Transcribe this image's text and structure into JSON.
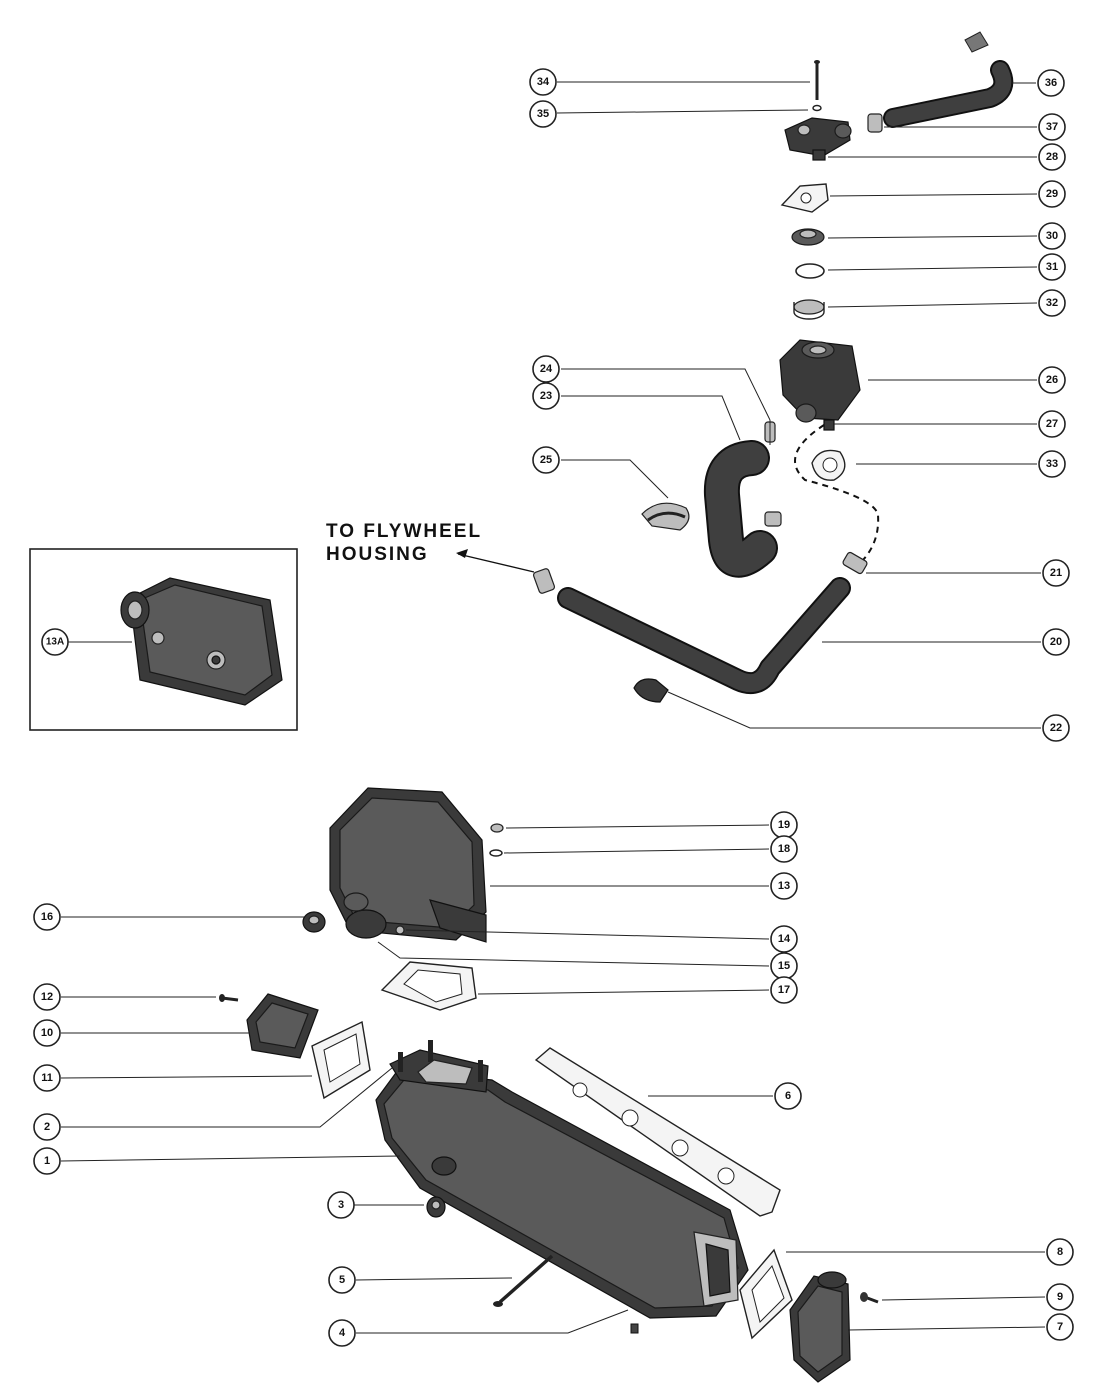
{
  "flywheel_label": {
    "line1": "TO FLYWHEEL",
    "line2": "HOUSING"
  },
  "callouts": [
    {
      "id": "c34",
      "label": "34"
    },
    {
      "id": "c35",
      "label": "35"
    },
    {
      "id": "c36",
      "label": "36"
    },
    {
      "id": "c37",
      "label": "37"
    },
    {
      "id": "c28",
      "label": "28"
    },
    {
      "id": "c29",
      "label": "29"
    },
    {
      "id": "c30",
      "label": "30"
    },
    {
      "id": "c31",
      "label": "31"
    },
    {
      "id": "c32",
      "label": "32"
    },
    {
      "id": "c24",
      "label": "24"
    },
    {
      "id": "c23",
      "label": "23"
    },
    {
      "id": "c26",
      "label": "26"
    },
    {
      "id": "c27",
      "label": "27"
    },
    {
      "id": "c25",
      "label": "25"
    },
    {
      "id": "c33",
      "label": "33"
    },
    {
      "id": "c21",
      "label": "21"
    },
    {
      "id": "c13a",
      "label": "13A"
    },
    {
      "id": "c20",
      "label": "20"
    },
    {
      "id": "c22",
      "label": "22"
    },
    {
      "id": "c19",
      "label": "19"
    },
    {
      "id": "c18",
      "label": "18"
    },
    {
      "id": "c13",
      "label": "13"
    },
    {
      "id": "c16",
      "label": "16"
    },
    {
      "id": "c14",
      "label": "14"
    },
    {
      "id": "c15",
      "label": "15"
    },
    {
      "id": "c12",
      "label": "12"
    },
    {
      "id": "c17",
      "label": "17"
    },
    {
      "id": "c10",
      "label": "10"
    },
    {
      "id": "c11",
      "label": "11"
    },
    {
      "id": "c6",
      "label": "6"
    },
    {
      "id": "c2",
      "label": "2"
    },
    {
      "id": "c1",
      "label": "1"
    },
    {
      "id": "c3",
      "label": "3"
    },
    {
      "id": "c8",
      "label": "8"
    },
    {
      "id": "c5",
      "label": "5"
    },
    {
      "id": "c9",
      "label": "9"
    },
    {
      "id": "c4",
      "label": "4"
    },
    {
      "id": "c7",
      "label": "7"
    }
  ]
}
